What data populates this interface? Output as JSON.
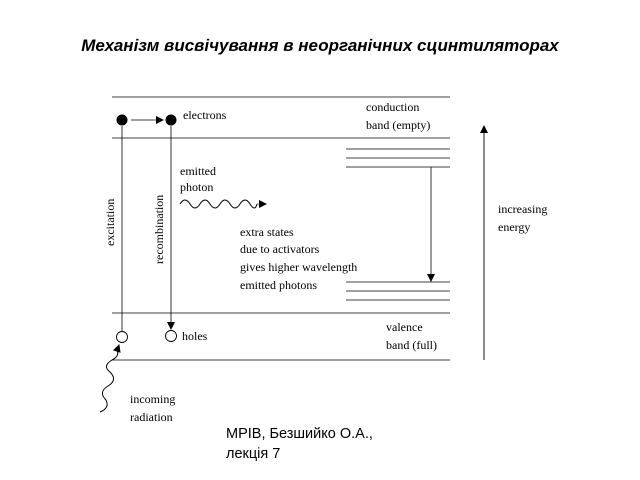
{
  "slide": {
    "title": "Механізм висвічування в неорганічних сцинтиляторах",
    "footer_line1": "МРІВ, Безшийко О.А.,",
    "footer_line2": "лекція 7"
  },
  "diagram": {
    "electrons_label": "electrons",
    "conduction_line1": "conduction",
    "conduction_line2": "band (empty)",
    "emitted_line1": "emitted",
    "emitted_line2": "photon",
    "excitation_label": "excitation",
    "recombination_label": "recombination",
    "extra_line1": "extra states",
    "extra_line2": "due to activators",
    "extra_line3": "gives higher wavelength",
    "extra_line4": "emitted photons",
    "increasing_line1": "increasing",
    "increasing_line2": "energy",
    "holes_label": "holes",
    "valence_line1": "valence",
    "valence_line2": "band (full)",
    "incoming_line1": "incoming",
    "incoming_line2": "radiation"
  }
}
